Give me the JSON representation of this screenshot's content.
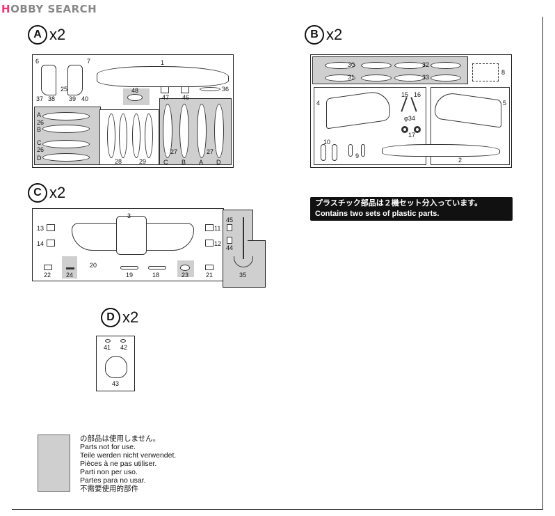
{
  "header": {
    "logo_prefix": "H",
    "logo_rest": "OBBY SEARCH"
  },
  "sections": {
    "A": {
      "letter": "A",
      "count": "x2"
    },
    "B": {
      "letter": "B",
      "count": "x2"
    },
    "C": {
      "letter": "C",
      "count": "x2"
    },
    "D": {
      "letter": "D",
      "count": "x2"
    }
  },
  "sprueA": {
    "numbers": [
      "6",
      "7",
      "1",
      "25",
      "37",
      "38",
      "39",
      "40",
      "48",
      "47",
      "46",
      "36",
      "26",
      "26",
      "28",
      "29",
      "27",
      "27"
    ],
    "letters": [
      "A",
      "B",
      "C",
      "D",
      "C",
      "B",
      "A",
      "D"
    ]
  },
  "sprueB": {
    "numbers": [
      "30",
      "31",
      "32",
      "33",
      "8",
      "4",
      "15",
      "16",
      "34",
      "17",
      "5",
      "10",
      "9",
      "2"
    ],
    "diameter_symbol": "φ"
  },
  "sprueC": {
    "numbers": [
      "3",
      "13",
      "14",
      "11",
      "12",
      "20",
      "22",
      "24",
      "19",
      "18",
      "23",
      "21",
      "45",
      "44",
      "35"
    ]
  },
  "sprueD": {
    "numbers": [
      "41",
      "42",
      "43"
    ]
  },
  "note": {
    "jp": "プラスチック部品は２機セット分入っています。",
    "en": "Contains two sets of plastic parts."
  },
  "legend": {
    "lines": [
      "の部品は使用しません。",
      "Parts not for use.",
      "Teile werden nicht verwendet.",
      "Pièces à ne pas utiliser.",
      "Parti non per uso.",
      "Partes para no usar.",
      "不需要使用的部件"
    ]
  },
  "colors": {
    "unused_gray": "#cfcfcf",
    "ink": "#111111",
    "logo_accent": "#ee3377"
  }
}
